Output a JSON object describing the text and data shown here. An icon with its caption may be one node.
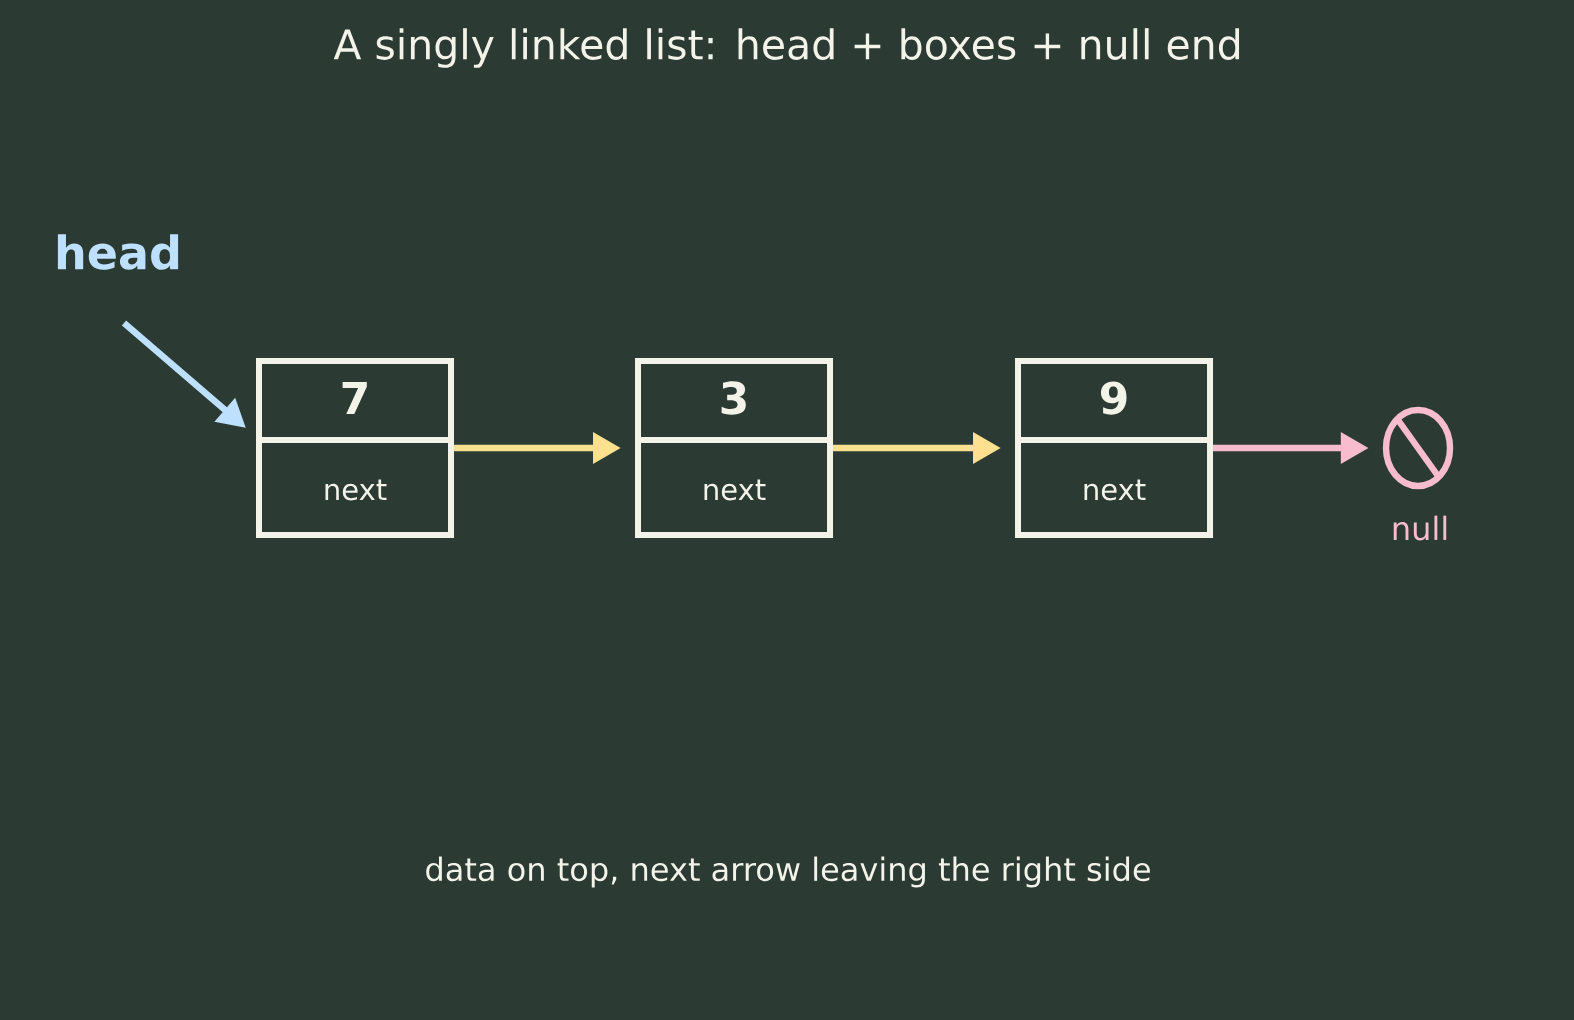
{
  "diagram": {
    "title": "A singly linked list: head + boxes + null end",
    "caption": "data on top, next arrow leaving the right side",
    "nodes": [
      {
        "text": [
          "head"
        ]
      },
      {
        "text": [
          "7",
          "next"
        ]
      },
      {
        "text": [
          "3",
          "next"
        ]
      },
      {
        "text": [
          "9",
          "next"
        ]
      },
      {
        "text": [],
        "shape": "circle",
        "beside": [
          "null"
        ]
      }
    ],
    "edges": [
      {
        "from": 0,
        "to": 1,
        "arrow": "to",
        "color": "#bde0fe"
      },
      {
        "from": 1,
        "to": 2,
        "arrow": "to"
      },
      {
        "from": 2,
        "to": 3,
        "arrow": "to"
      },
      {
        "from": 3,
        "to": 4,
        "arrow": "to",
        "color": "#f8bccf"
      }
    ]
  }
}
